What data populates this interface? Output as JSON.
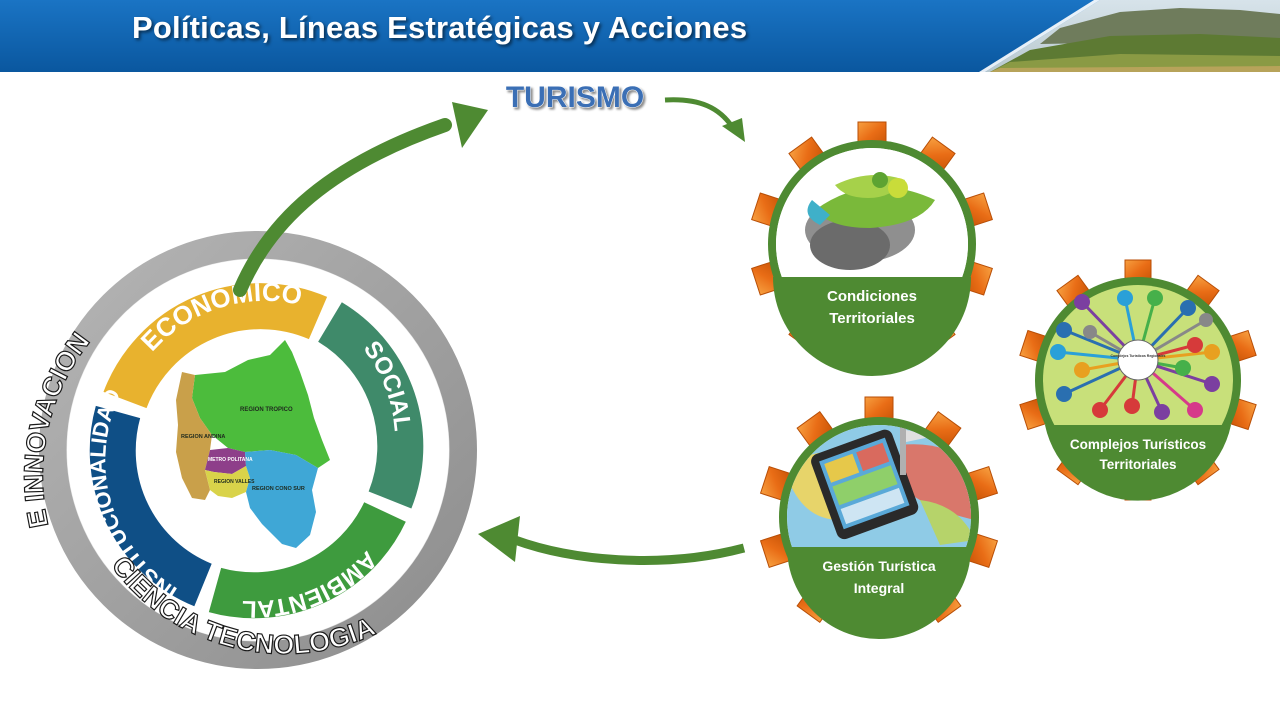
{
  "header": {
    "title": "Políticas, Líneas Estratégicas y Acciones"
  },
  "center": {
    "title": "TURISMO"
  },
  "outer_ring": {
    "upper_text": "E INNOVACION",
    "lower_text": "CIENCIA TECNOLOGIA"
  },
  "segments": [
    {
      "label": "ECONÓMICO",
      "color": "#e8b22e"
    },
    {
      "label": "SOCIAL",
      "color": "#3f8a6a"
    },
    {
      "label": "AMBIENTAL",
      "color": "#3e9b3e"
    },
    {
      "label": "INSTITUCIONALIDAD",
      "color": "#0f4f86"
    }
  ],
  "map_regions": [
    {
      "label": "REGION TROPICO",
      "color": "#4cbc3c"
    },
    {
      "label": "REGION ANDINA",
      "color": "#c9a04a"
    },
    {
      "label": "METRO POLITANA",
      "color": "#8e3f8a"
    },
    {
      "label": "REGION VALLES",
      "color": "#d9d34a"
    },
    {
      "label": "REGION CONO SUR",
      "color": "#3fa7d6"
    }
  ],
  "gears": [
    {
      "line1": "Condiciones",
      "line2": "Territoriales"
    },
    {
      "line1": "Complejos Turísticos",
      "line2": "Territoriales",
      "inner_label": "Complejos Turísticos Regionales"
    },
    {
      "line1": "Gestión Turística",
      "line2": "Integral"
    }
  ],
  "colors": {
    "header_blue": "#0d63b0",
    "arrow_green": "#4e8a32",
    "gear_orange": "#ec7a1f",
    "gear_green": "#4e8a32",
    "ring_gray": "#a3a3a3"
  }
}
